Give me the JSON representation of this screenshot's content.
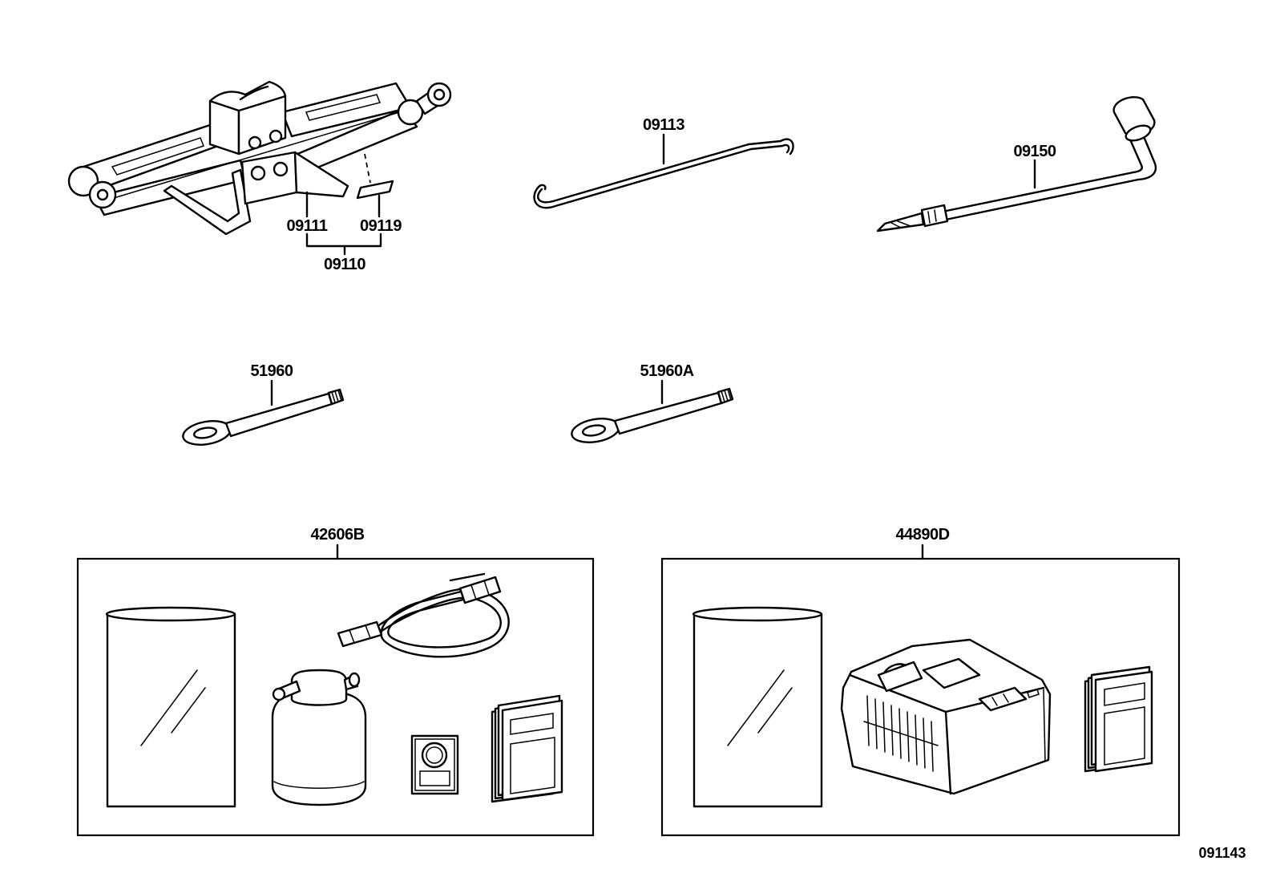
{
  "callouts": {
    "jack_body": "09111",
    "jack_label": "09119",
    "jack_assembly": "09110",
    "jack_handle": "09113",
    "wrench": "09150",
    "towing_eye": "51960",
    "towing_eye_a": "51960A",
    "kit_left": "42606B",
    "kit_right": "44890D"
  },
  "drawing_number": "091143"
}
